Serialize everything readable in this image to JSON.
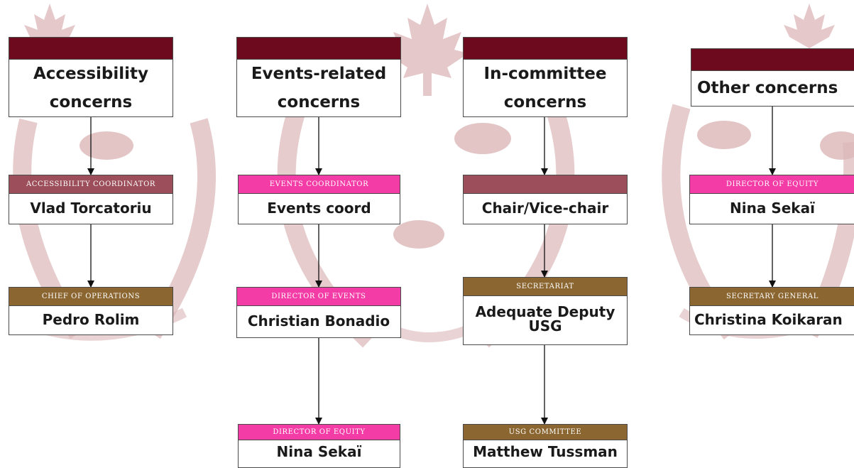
{
  "colors": {
    "header_band": "#6e0a1e",
    "pink_role": "#f43ca6",
    "mauve_role": "#9c4e5a",
    "gold_role": "#8b6630",
    "watermark": "#dcb6b8"
  },
  "columns": [
    {
      "header": {
        "line1": "Accessibility",
        "line2": "concerns"
      },
      "nodes": [
        {
          "role": "ACCESSIBILITY COORDINATOR",
          "name": "Vlad Torcatoriu"
        },
        {
          "role": "CHIEF OF OPERATIONS",
          "name": "Pedro Rolim"
        }
      ]
    },
    {
      "header": {
        "line1": "Events-related",
        "line2": "concerns"
      },
      "nodes": [
        {
          "role": "EVENTS COORDINATOR",
          "name": "Events coord"
        },
        {
          "role": "DIRECTOR OF EVENTS",
          "name": "Christian Bonadio"
        },
        {
          "role": "DIRECTOR OF EQUITY",
          "name": "Nina Sekaï"
        }
      ]
    },
    {
      "header": {
        "line1": "In-committee",
        "line2": "concerns"
      },
      "nodes": [
        {
          "role": "",
          "name": "Chair/Vice-chair"
        },
        {
          "role": "SECRETARIAT",
          "name_line1": "Adequate Deputy",
          "name_line2": "USG"
        },
        {
          "role": "USG COMMITTEE",
          "name": "Matthew Tussman"
        }
      ]
    },
    {
      "header": {
        "line1": "Other concerns"
      },
      "nodes": [
        {
          "role": "DIRECTOR OF EQUITY",
          "name": "Nina Sekaï"
        },
        {
          "role": "SECRETARY GENERAL",
          "name": "Christina Koikaran"
        }
      ]
    }
  ]
}
